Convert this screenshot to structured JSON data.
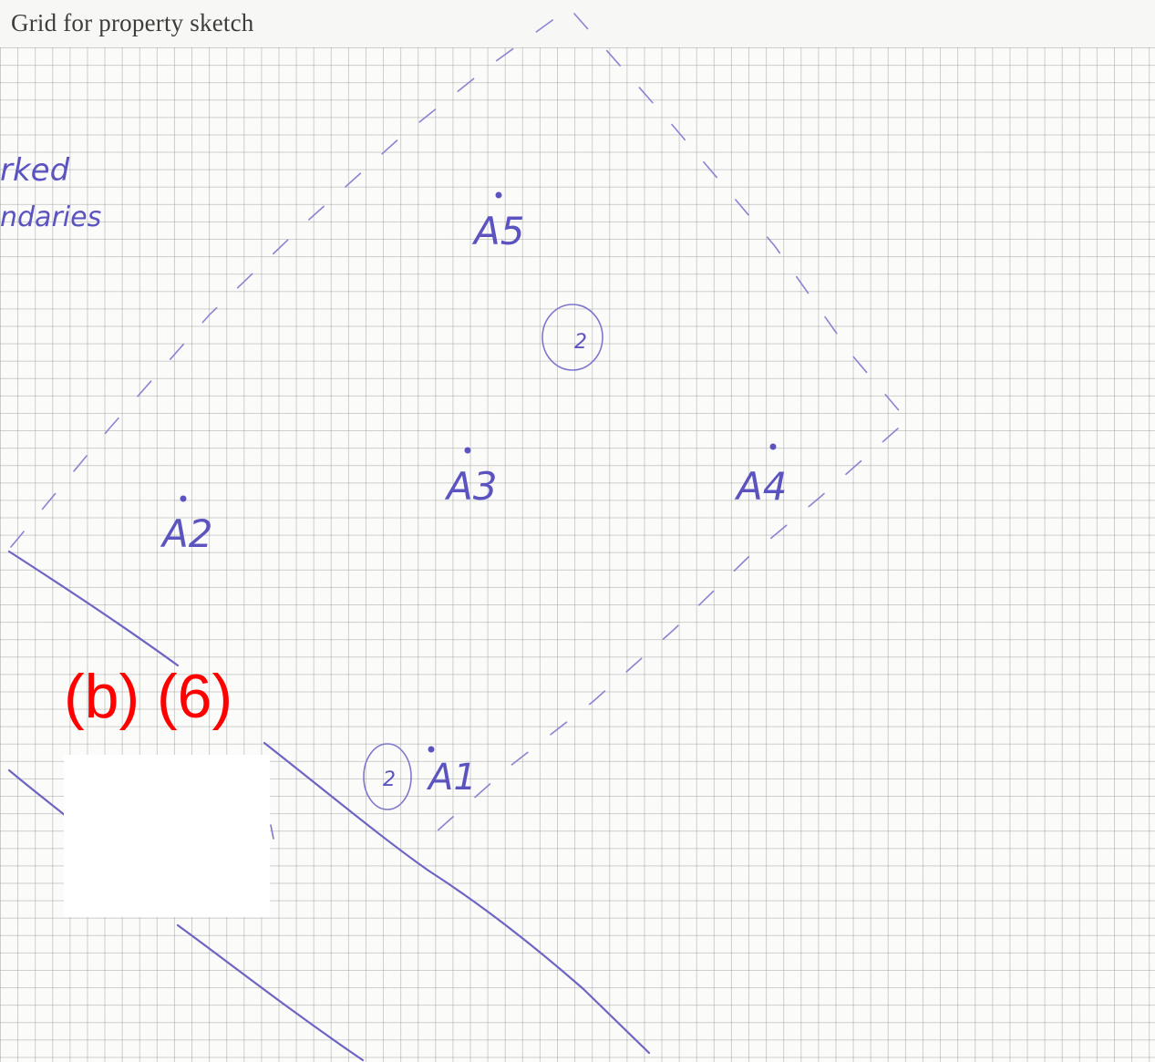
{
  "title": "Grid for property sketch",
  "annotations": {
    "note_line_1": "rked",
    "note_line_2": "ndaries",
    "points": [
      {
        "id": "a5",
        "label": "A5"
      },
      {
        "id": "a3",
        "label": "A3"
      },
      {
        "id": "a4",
        "label": "A4"
      },
      {
        "id": "a2",
        "label": "A2"
      },
      {
        "id": "a1",
        "label": "A1"
      }
    ],
    "circled_mark": "2"
  },
  "callout": "(b) (6)",
  "colors": {
    "ink": "#5b54c0",
    "callout": "#ff0000",
    "title": "#3d3d3d"
  }
}
